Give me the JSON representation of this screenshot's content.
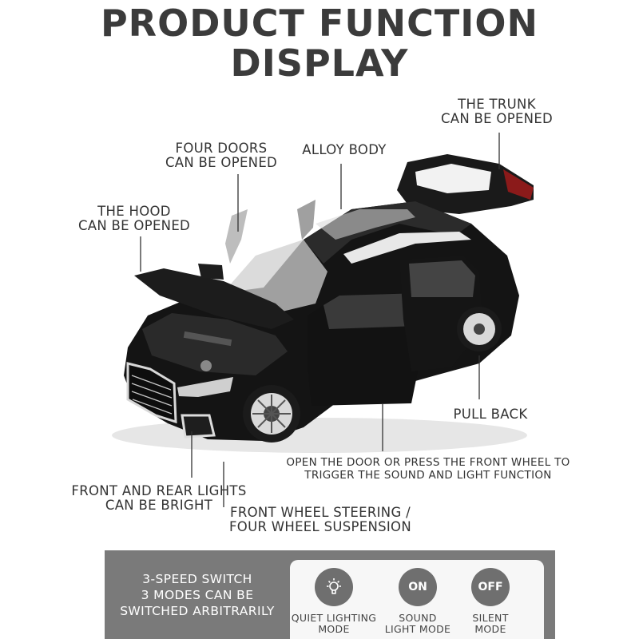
{
  "title": {
    "line1": "PRODUCT FUNCTION",
    "line2": "DISPLAY"
  },
  "callouts": {
    "trunk": [
      "THE TRUNK",
      "CAN BE OPENED"
    ],
    "doors": [
      "FOUR DOORS",
      "CAN BE OPENED"
    ],
    "alloy": [
      "ALLOY BODY"
    ],
    "hood": [
      "THE HOOD",
      "CAN BE OPENED"
    ],
    "pull": [
      "PULL BACK"
    ],
    "sound": [
      "OPEN THE DOOR OR PRESS THE FRONT WHEEL TO",
      "TRIGGER THE SOUND AND LIGHT FUNCTION"
    ],
    "lights": [
      "FRONT AND REAR LIGHTS",
      "CAN BE BRIGHT"
    ],
    "steering": [
      "FRONT WHEEL STEERING /",
      "FOUR WHEEL SUSPENSION"
    ]
  },
  "panel": {
    "left": [
      "3-SPEED SWITCH",
      "3 MODES CAN BE",
      "SWITCHED ARBITRARILY"
    ],
    "modes": [
      {
        "icon": "lightbulb-icon",
        "label": [
          "QUIET LIGHTING",
          "MODE"
        ]
      },
      {
        "icon": "ON",
        "label": [
          "SOUND",
          "LIGHT MODE"
        ]
      },
      {
        "icon": "OFF",
        "label": [
          "SILENT",
          "MODE"
        ]
      }
    ]
  },
  "colors": {
    "panel": "#7a7a7a",
    "panel_inner": "#f7f7f7",
    "car_body": "#111111",
    "text": "#333333"
  }
}
